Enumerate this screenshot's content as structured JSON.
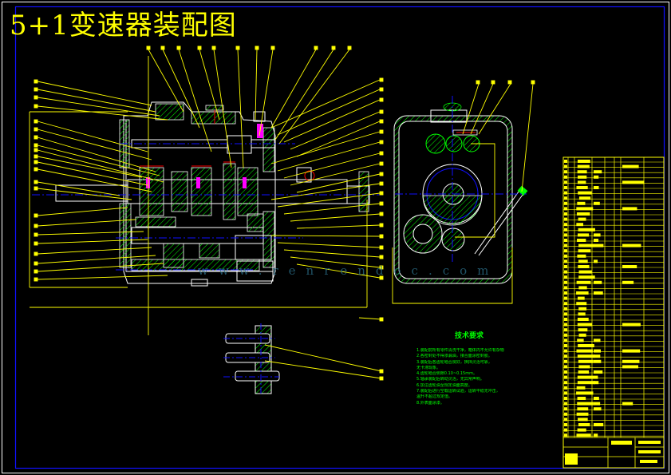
{
  "drawing": {
    "title": "5+1变速器装配图",
    "technical_requirements": {
      "heading": "技术要求",
      "items": [
        "1.装配前所有零件清洗干净，箱体内不允许有杂物。",
        "2.各密封处不得渗漏油，接合面涂密封胶。",
        "3.装配后各齿轮啮合良好，换挡灵活可靠，",
        "   无卡滞现象。",
        "4.齿轮啮合侧隙0.10~0.15mm。",
        "5.轴承装配后转动灵活，无异常声响。",
        "6.加注齿轮油至规定油面高度。",
        "7.装配后进行空载运转试验，运转平稳无冲击，",
        "   温升不超过规定值。",
        "8.外表面涂漆。"
      ]
    },
    "watermark": "www.renrendoc.com",
    "colors": {
      "background": "#000000",
      "outline": "#ffffff",
      "hatch": "#00ff00",
      "centerline": "#0000ff",
      "leader": "#ffff00",
      "highlight": "#ff00ff",
      "section": "#ff0000"
    }
  }
}
